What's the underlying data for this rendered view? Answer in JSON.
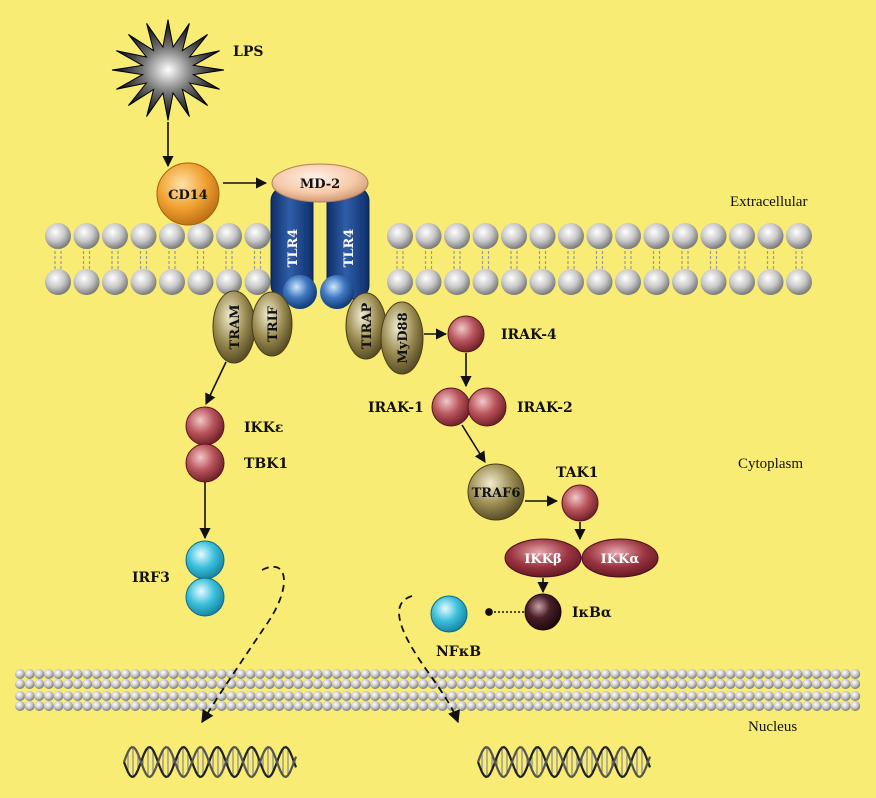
{
  "regions": {
    "extracellular": "Extracellular",
    "cytoplasm": "Cytoplasm",
    "nucleus": "Nucleus"
  },
  "ligand": {
    "lps": "LPS"
  },
  "receptors": {
    "cd14": "CD14",
    "md2": "MD-2",
    "tlr4_left": "TLR4",
    "tlr4_right": "TLR4"
  },
  "adaptors": {
    "tram": "TRAM",
    "trif": "TRIF",
    "tirap": "TIRAP",
    "myd88": "MyD88"
  },
  "kinases": {
    "irak4": "IRAK-4",
    "irak1": "IRAK-1",
    "irak2": "IRAK-2",
    "traf6": "TRAF6",
    "tak1": "TAK1",
    "ikkb": "IKKβ",
    "ikka": "IKKα",
    "ikbα": "IκBα",
    "ikke": "IKKε",
    "tbk1": "TBK1"
  },
  "transcription_factors": {
    "irf3": "IRF3",
    "nfkb": "NFκB"
  },
  "colors": {
    "background": "#f9ec74",
    "tlr4": "#1d3f8a",
    "cd14": "#f0a030",
    "md2": "#f6c9a8",
    "adaptor": "#8a7a40",
    "kinase": "#a03a45",
    "ikba": "#3a1a20",
    "tf": "#35b8d6"
  }
}
